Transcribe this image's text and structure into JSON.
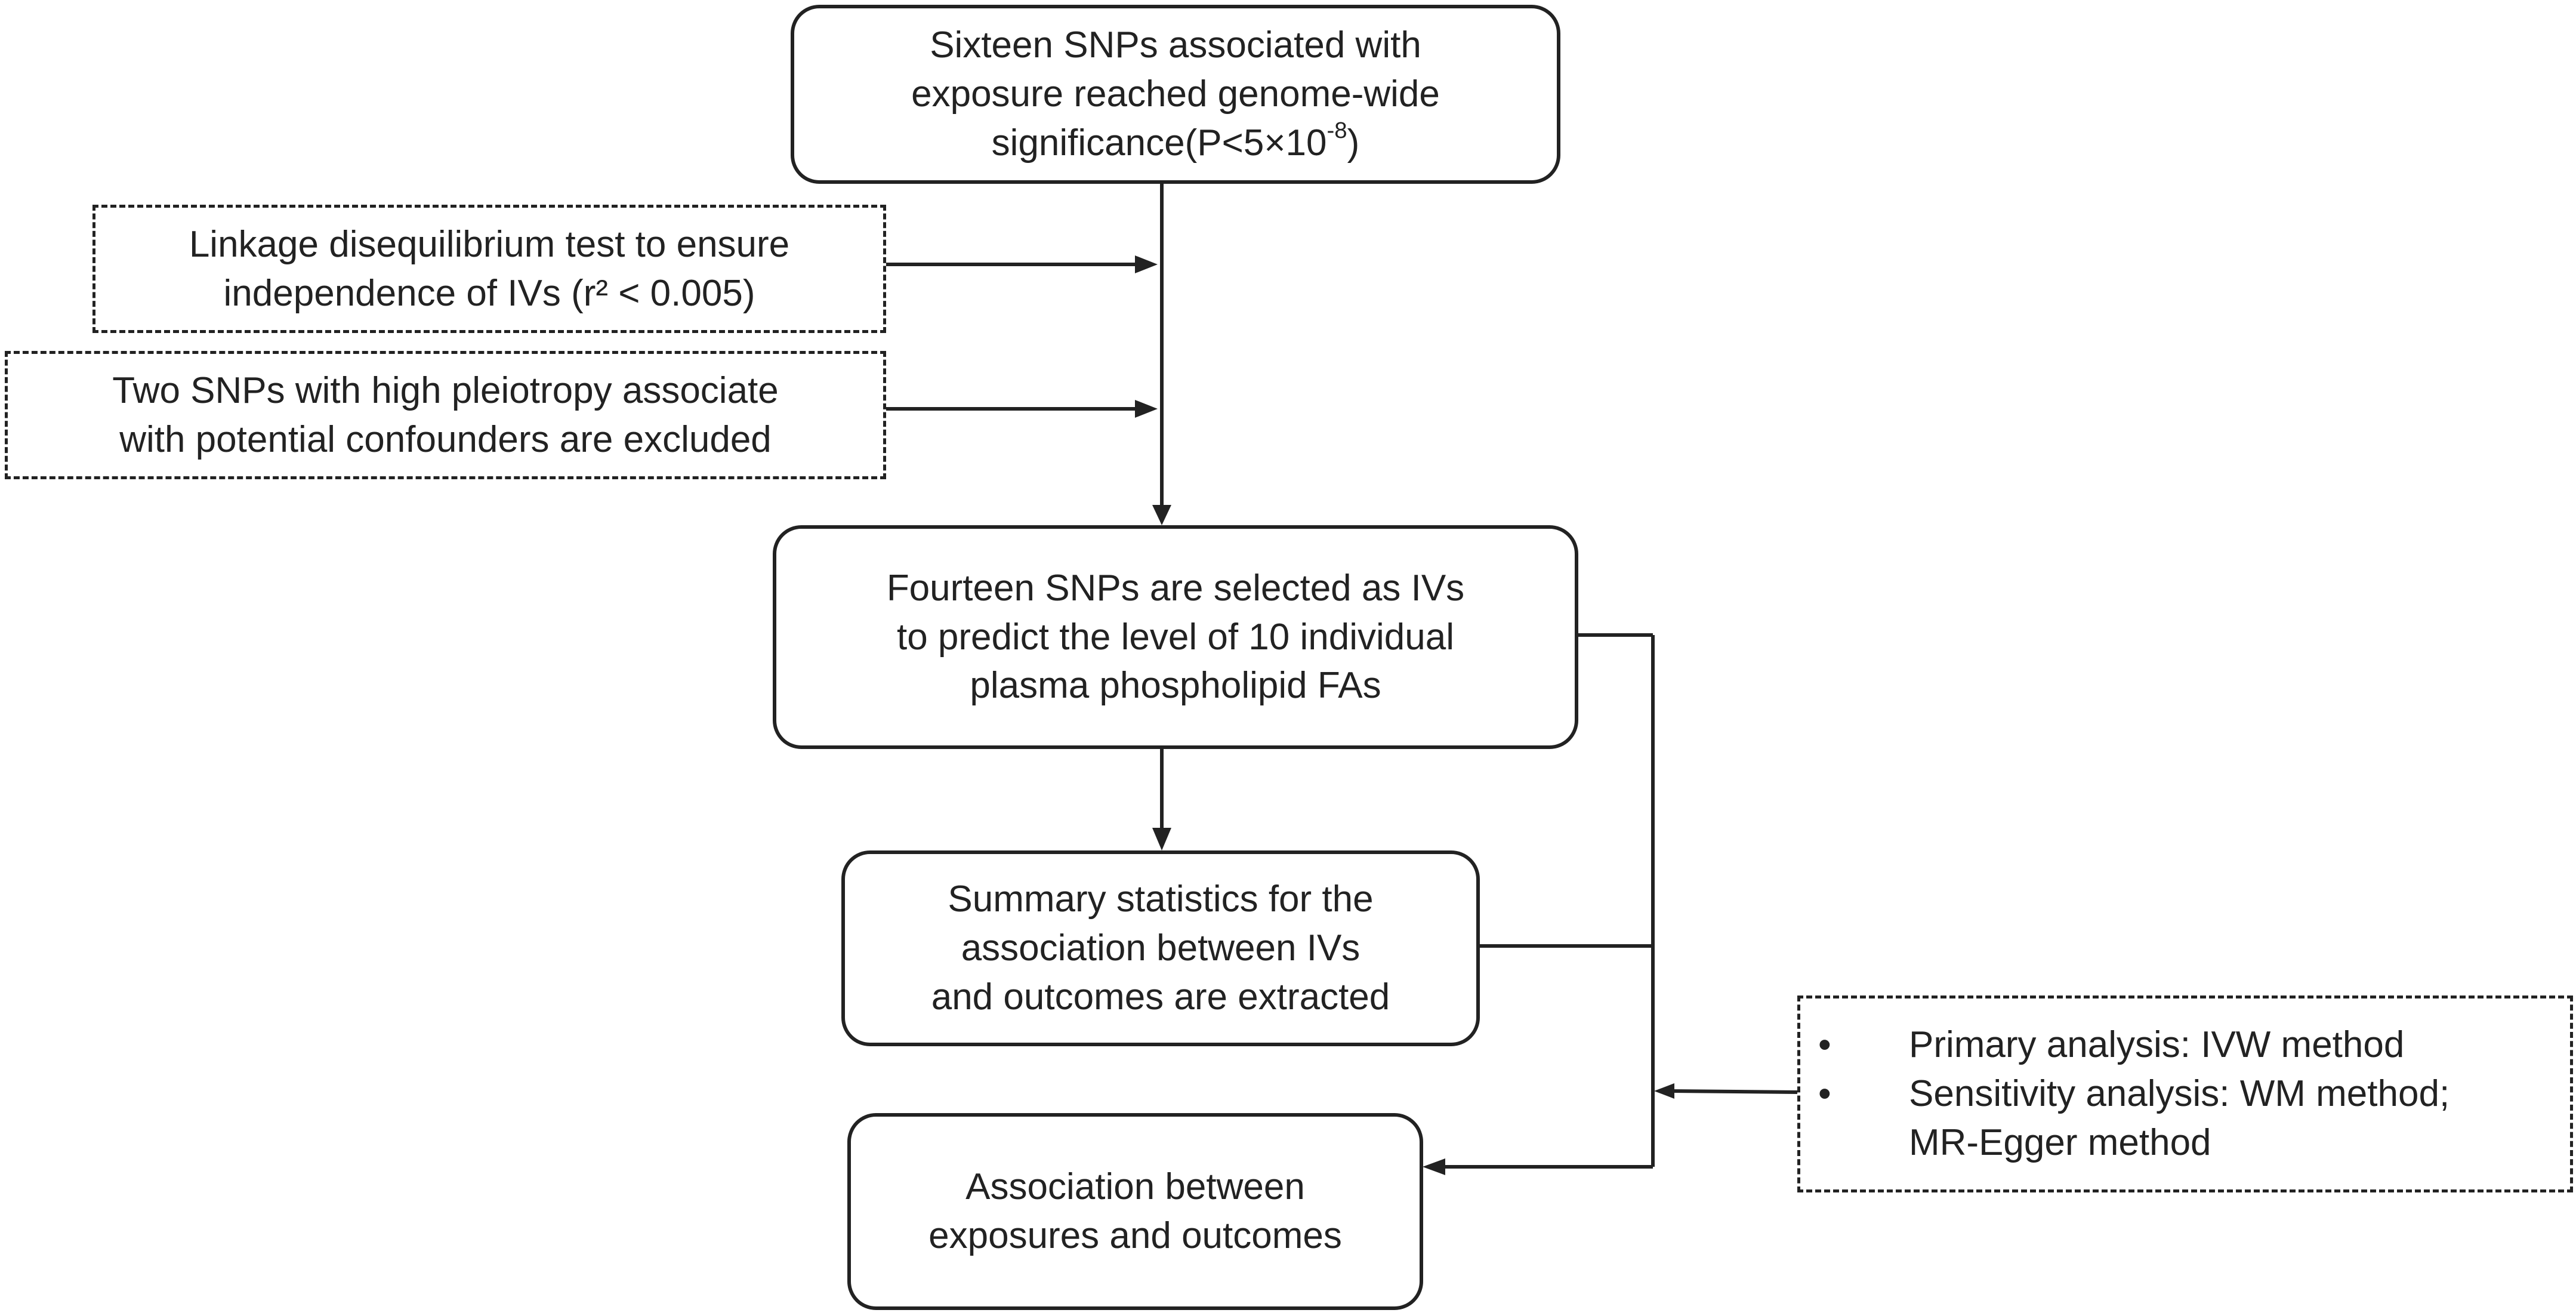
{
  "diagram": {
    "start": {
      "lines": [
        "Sixteen SNPs associated with",
        "exposure reached genome-wide"
      ],
      "sig_prefix": "significance(P<5×10",
      "sig_exponent": "-8",
      "sig_suffix": ")"
    },
    "ld_test": {
      "lines": [
        "Linkage disequilibrium test to ensure",
        "independence of IVs (r² < 0.005)"
      ]
    },
    "pleiotropy": {
      "lines": [
        "Two SNPs with high pleiotropy associate",
        "with potential confounders are excluded"
      ]
    },
    "selected": {
      "lines": [
        "Fourteen SNPs are selected as  IVs",
        "to predict the level of 10 individual",
        "plasma phospholipid FAs"
      ]
    },
    "summary": {
      "lines": [
        "Summary statistics for the",
        "association between IVs",
        "and outcomes are extracted"
      ]
    },
    "association": {
      "lines": [
        "Association between",
        "exposures and outcomes"
      ]
    },
    "methods": {
      "bullet_1": "Primary analysis:  IVW method",
      "bullet_2": "Sensitivity analysis: WM method;",
      "bullet_2_cont": "MR-Egger method"
    },
    "colors": {
      "stroke": "#222222",
      "background": "#ffffff",
      "text": "#222222"
    }
  }
}
